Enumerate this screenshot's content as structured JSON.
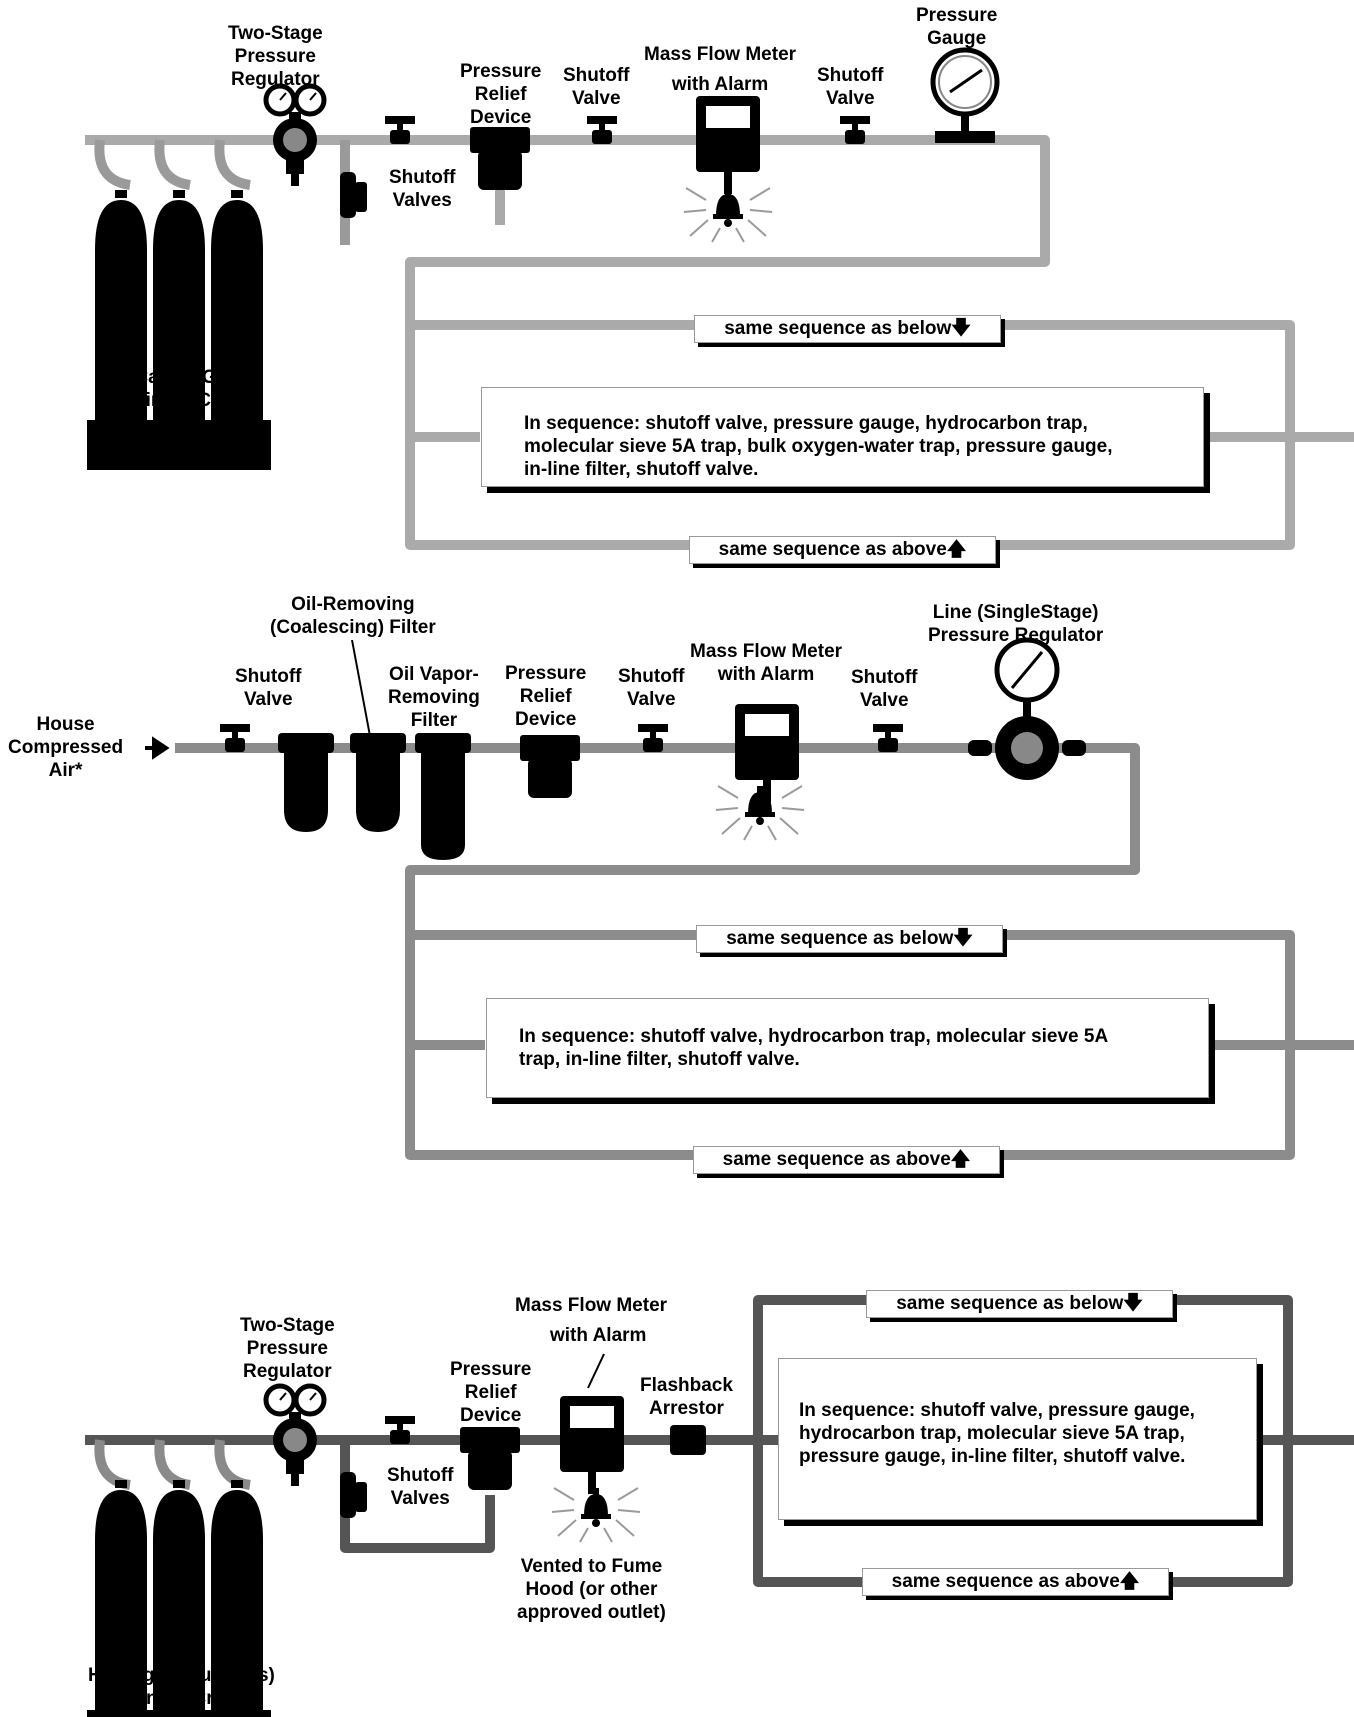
{
  "colors": {
    "pipe_light": "#aaaaaa",
    "pipe_mid": "#8c8c8c",
    "pipe_dark": "#555555",
    "component": "#000000"
  },
  "carrier": {
    "two_stage_regulator": "Two-Stage\nPressure\nRegulator",
    "pressure_relief": "Pressure\nRelief\nDevice",
    "shutoff_valve_1": "Shutoff\nValve",
    "mass_flow_meter": "Mass Flow Meter\nwith Alarm",
    "shutoff_valve_2": "Shutoff\nValve",
    "pressure_gauge": "Pressure\nGauge",
    "shutoff_valves": "Shutoff\nValves",
    "cylinder_cradle": "Carrier Gas\nCylinder Cradle",
    "seq_below": "same sequence as below",
    "seq_above": "same sequence as above",
    "sequence": "In sequence: shutoff valve, pressure gauge, hydrocarbon trap,\nmolecular sieve 5A trap, bulk oxygen-water trap, pressure gauge,\nin-line filter, shutoff valve."
  },
  "air": {
    "oil_removing_filter": "Oil-Removing\n(Coalescing) Filter",
    "shutoff_valve_1": "Shutoff\nValve",
    "oil_vapor_filter": "Oil Vapor-\nRemoving\nFilter",
    "pressure_relief": "Pressure\nRelief\nDevice",
    "shutoff_valve_2": "Shutoff\nValve",
    "mass_flow_meter": "Mass Flow Meter\nwith Alarm",
    "shutoff_valve_3": "Shutoff\nValve",
    "line_regulator": "Line (SingleStage)\nPressure Regulator",
    "house_air": "House\nCompressed\nAir*",
    "seq_below": "same sequence as below",
    "seq_above": "same sequence as above",
    "sequence": "In sequence: shutoff valve,  hydrocarbon trap, molecular sieve 5A\ntrap,  in-line filter, shutoff valve."
  },
  "hydrogen": {
    "two_stage_regulator": "Two-Stage\nPressure\nRegulator",
    "mass_flow_meter_line1": "Mass Flow Meter",
    "mass_flow_meter_line2": "with Alarm",
    "pressure_relief": "Pressure\nRelief\nDevice",
    "flashback_arrestor": "Flashback\nArrestor",
    "shutoff_valves": "Shutoff\nValves",
    "vented": "Vented to Fume\nHood (or other\napproved outlet)",
    "cylinder_cradle": "Hydrogen (Fuel Gas)\nCylinder Cradle",
    "seq_below": "same sequence as below",
    "seq_above": "same sequence as above",
    "sequence": "In sequence: shutoff valve, pressure gauge,\nhydrocarbon trap, molecular sieve 5A trap,\npressure gauge, in-line filter, shutoff valve."
  },
  "icons": {
    "arrow_down": "down-arrow-icon",
    "arrow_up": "up-arrow-icon",
    "arrow_right": "right-arrow-icon"
  }
}
